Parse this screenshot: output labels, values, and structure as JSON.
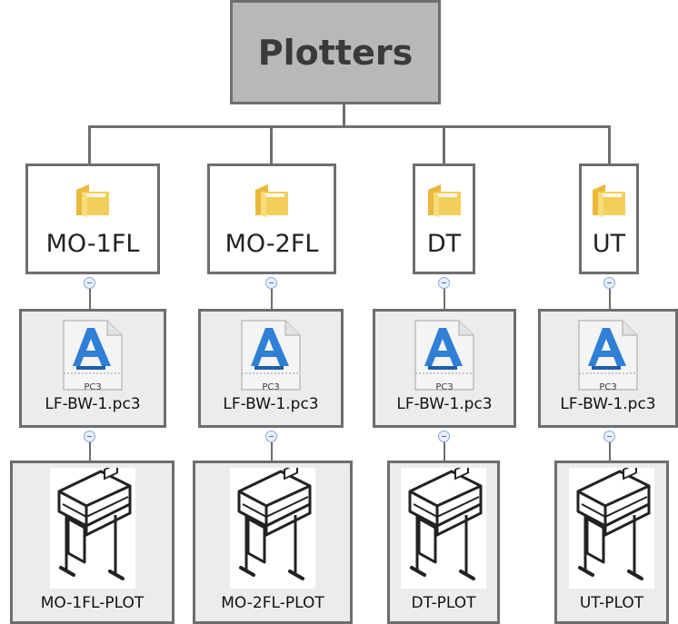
{
  "root": {
    "label": "Plotters"
  },
  "branches": [
    {
      "folder": "MO-1FL",
      "file": "LF-BW-1.pc3",
      "file_badge": "PC3",
      "plotter": "MO-1FL-PLOT"
    },
    {
      "folder": "MO-2FL",
      "file": "LF-BW-1.pc3",
      "file_badge": "PC3",
      "plotter": "MO-2FL-PLOT"
    },
    {
      "folder": "DT",
      "file": "LF-BW-1.pc3",
      "file_badge": "PC3",
      "plotter": "DT-PLOT"
    },
    {
      "folder": "UT",
      "file": "LF-BW-1.pc3",
      "file_badge": "PC3",
      "plotter": "UT-PLOT"
    }
  ],
  "icons": {
    "folder": "folder-icon",
    "file": "pc3-file-icon",
    "plotter": "plotter-icon",
    "toggle": "collapse-toggle-icon"
  },
  "colors": {
    "root_fill": "#b8b8b8",
    "border": "#6e6e6e",
    "file_fill": "#ececec",
    "folder_yellow": "#f2cf5b",
    "autocad_blue": "#2f7fd6"
  }
}
